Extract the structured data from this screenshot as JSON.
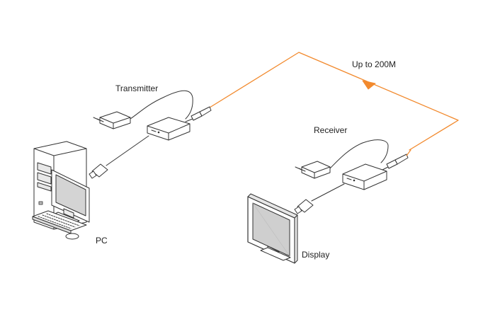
{
  "labels": {
    "transmitter": "Transmitter",
    "distance": "Up to 200M",
    "receiver": "Receiver",
    "pc": "PC",
    "display": "Display"
  },
  "colors": {
    "fiber": "#f28a2e",
    "line": "#333333",
    "fill": "#ffffff",
    "screen": "#cfcfcf"
  },
  "icons": {
    "pc": "computer-tower-icon",
    "monitor": "monitor-icon",
    "transmitter": "extender-box-icon",
    "receiver": "extender-box-icon",
    "adapter": "power-adapter-icon",
    "hdmi": "hdmi-plug-icon",
    "fiber_connector": "fiber-connector-icon"
  }
}
